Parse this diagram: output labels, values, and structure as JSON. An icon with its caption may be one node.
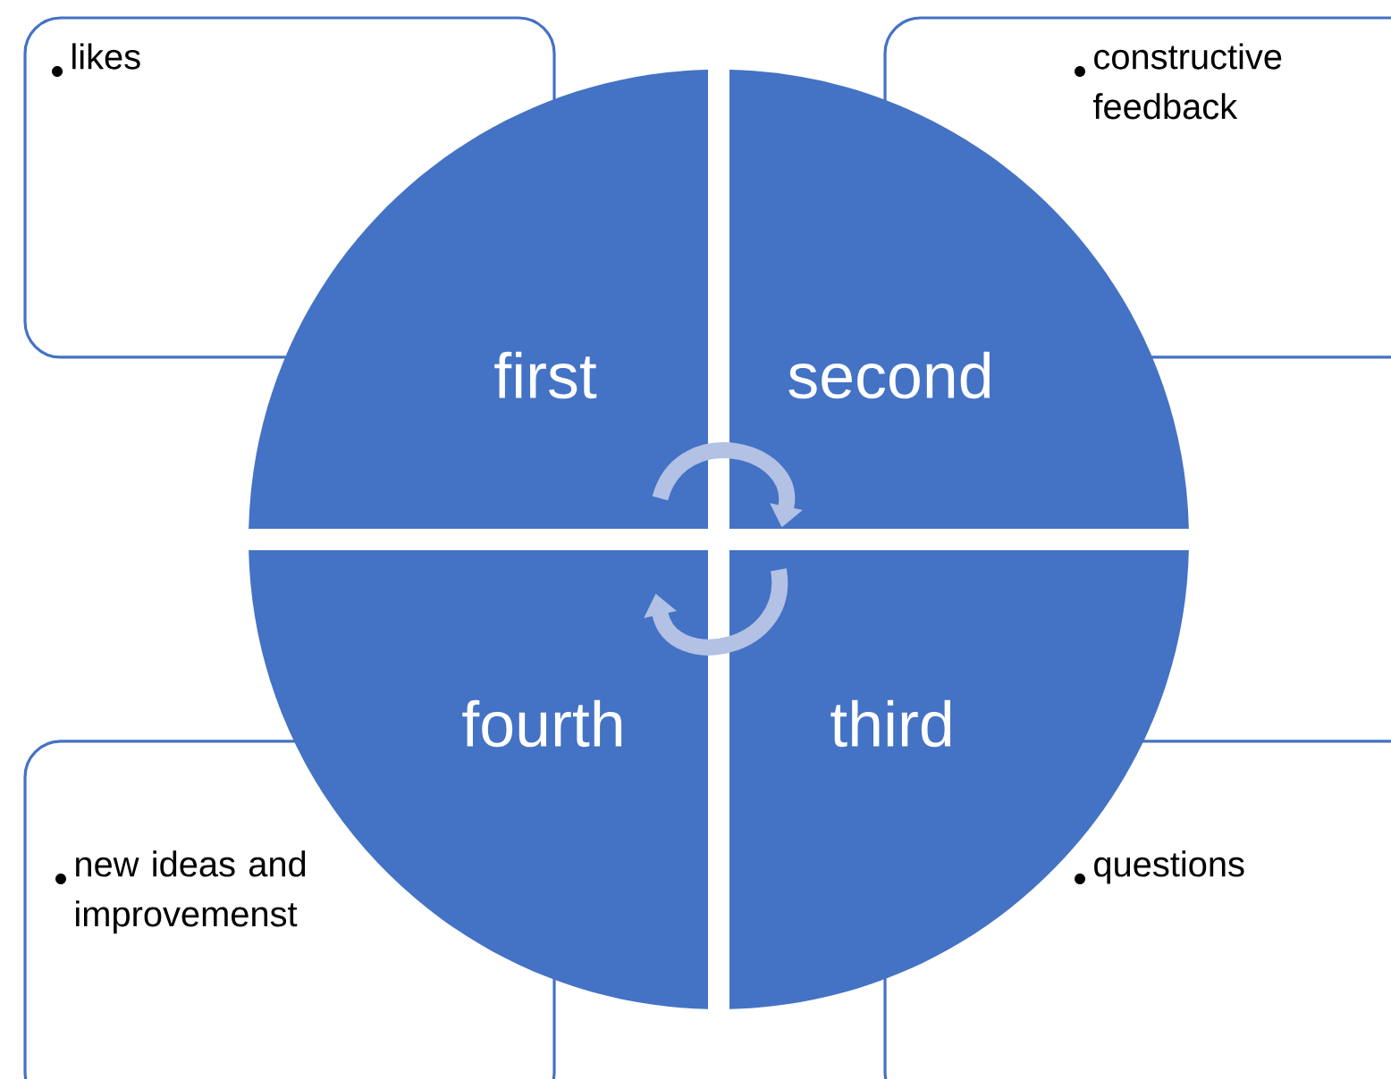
{
  "diagram": {
    "nodes": [
      {
        "text": [
          "likes"
        ]
      },
      {
        "text": [
          "constructive feedback"
        ]
      },
      {
        "text": [
          "new ideas and improvemenst"
        ]
      },
      {
        "text": [
          "questions"
        ]
      },
      {
        "text": [
          "first"
        ]
      },
      {
        "text": [
          "second"
        ]
      },
      {
        "text": [
          "fourth"
        ]
      },
      {
        "text": [
          "third"
        ]
      }
    ],
    "edges": [
      {
        "from": 4,
        "to": 5,
        "arrow": "to"
      },
      {
        "from": 7,
        "to": 6,
        "arrow": "to"
      }
    ]
  }
}
